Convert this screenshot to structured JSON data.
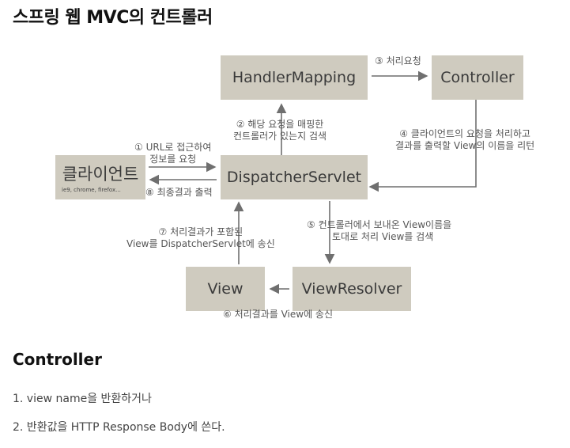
{
  "page": {
    "title": "스프링 웹 MVC의 컨트롤러"
  },
  "diagram": {
    "boxes": {
      "handler_mapping": "HandlerMapping",
      "controller": "Controller",
      "client": "클라이언트",
      "client_sub": "ie9, chrome, firefox...",
      "dispatcher": "DispatcherServlet",
      "view": "View",
      "view_resolver": "ViewResolver"
    },
    "labels": {
      "step1_line1": "① URL로 접근하여",
      "step1_line2": "정보를 요청",
      "step2_line1": "② 해당 요청을 매핑한",
      "step2_line2": "컨트롤러가 있는지 검색",
      "step3": "③ 처리요청",
      "step4_line1": "④ 클라이언트의 요청을 처리하고",
      "step4_line2": "결과를 출력할 View의 이름을 리턴",
      "step5_line1": "⑤ 컨트롤러에서 보내온 View이름을",
      "step5_line2": "토대로 처리 View를 검색",
      "step6": "⑥ 처리결과를 View에 송신",
      "step7_line1": "⑦ 처리결과가 포함된",
      "step7_line2": "View를 DispatcherServlet에 송신",
      "step8": "⑧ 최종결과 출력"
    },
    "colors": {
      "box": "#cfcbbf",
      "arrow": "#6f6f6f"
    }
  },
  "section": {
    "title": "Controller",
    "items": [
      "1. view name을 반환하거나",
      "2. 반환값을 HTTP Response Body에 쓴다."
    ]
  }
}
